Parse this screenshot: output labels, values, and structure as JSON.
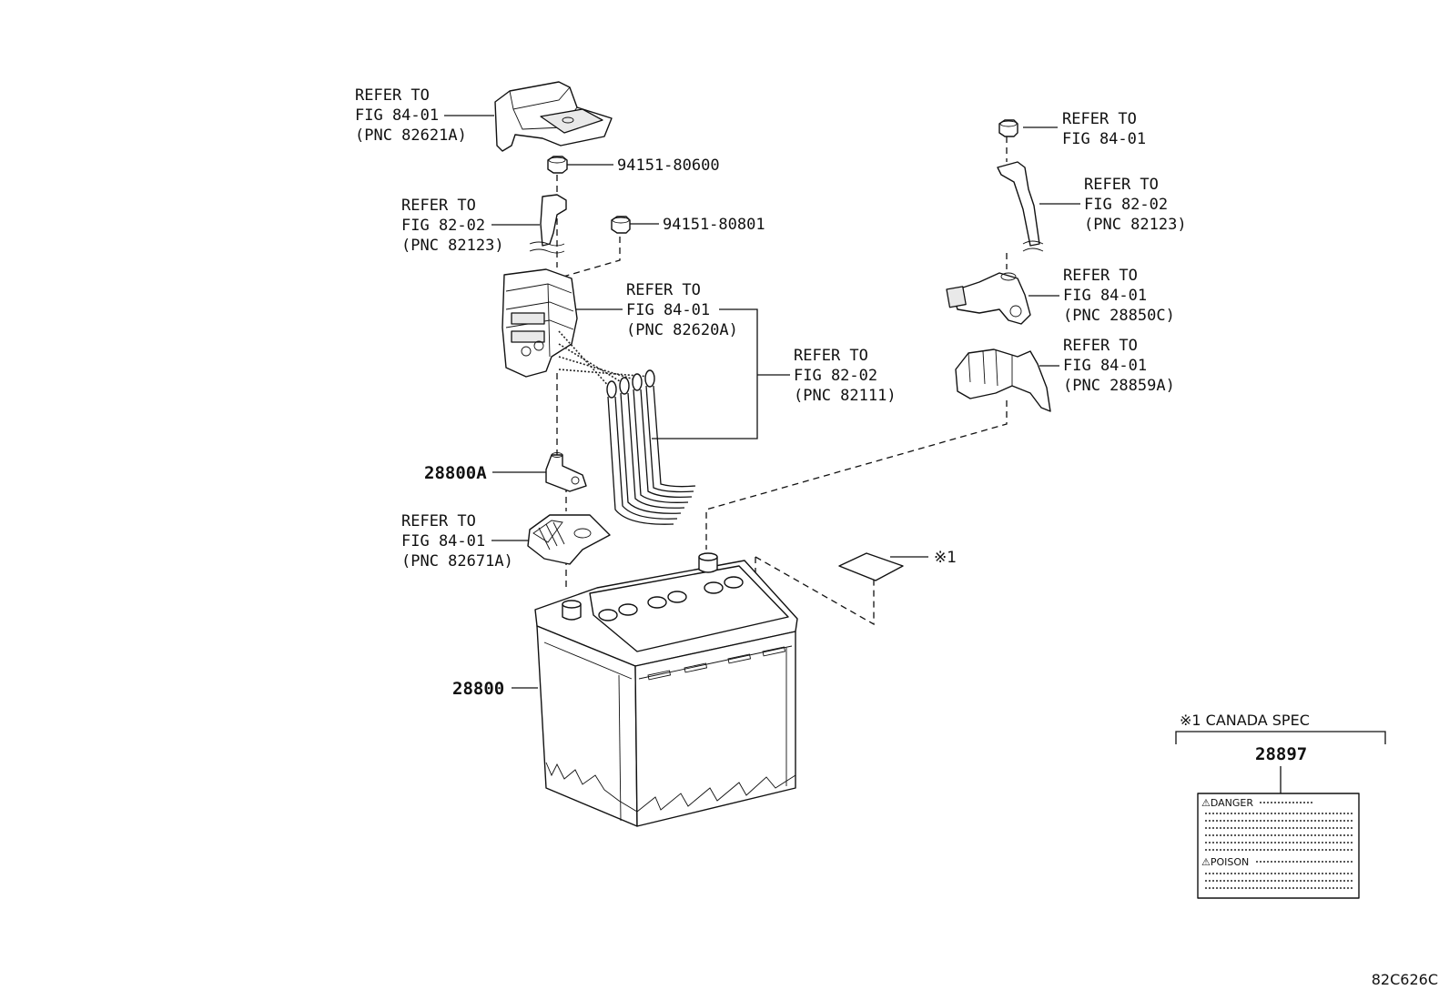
{
  "figure_code": "82C626C",
  "callouts": {
    "terminal_cover": [
      "REFER TO",
      "FIG 84-01",
      "(PNC 82621A)"
    ],
    "cable_left": [
      "REFER TO",
      "FIG 82-02",
      "(PNC 82123)"
    ],
    "fuse_block": [
      "REFER TO",
      "FIG 84-01",
      "(PNC 82620A)"
    ],
    "wire_harness": [
      "REFER TO",
      "FIG 82-02",
      "(PNC 82111)"
    ],
    "clamp_plate": [
      "REFER TO",
      "FIG 84-01",
      "(PNC 82671A)"
    ],
    "nut_right": [
      "REFER TO",
      "FIG 84-01"
    ],
    "cable_right": [
      "REFER TO",
      "FIG 82-02",
      "(PNC 82123)"
    ],
    "current_sensor": [
      "REFER TO",
      "FIG 84-01",
      "(PNC 28850C)"
    ],
    "sensor_bracket": [
      "REFER TO",
      "FIG 84-01",
      "(PNC 28859A)"
    ]
  },
  "parts": {
    "nut_1": "94151-80600",
    "nut_2": "94151-80801",
    "terminal": "28800A",
    "battery": "28800"
  },
  "note_marker": "※1",
  "inset": {
    "title": "※1 CANADA SPEC",
    "part_number": "28897",
    "label_heading_1": "⚠DANGER",
    "label_heading_2": "⚠POISON"
  }
}
